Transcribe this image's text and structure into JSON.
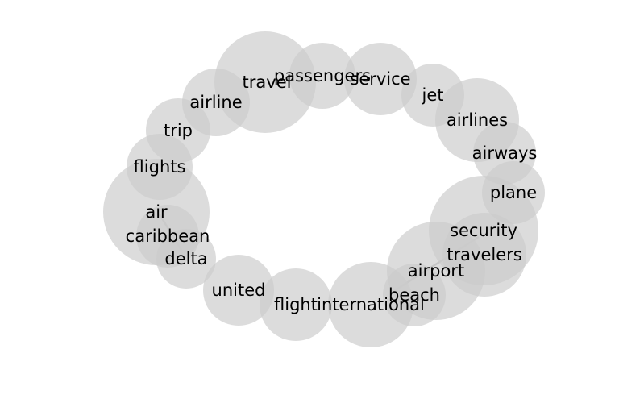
{
  "diagram": {
    "type": "word-bubble-network",
    "colors": {
      "bubble": "#cccccc",
      "label": "#000000",
      "link": "#808080"
    },
    "nodes": [
      {
        "id": "travel",
        "label": "travel"
      },
      {
        "id": "passengers",
        "label": "passengers"
      },
      {
        "id": "service",
        "label": "service"
      },
      {
        "id": "jet",
        "label": "jet"
      },
      {
        "id": "airlines",
        "label": "airlines"
      },
      {
        "id": "airways",
        "label": "airways"
      },
      {
        "id": "plane",
        "label": "plane"
      },
      {
        "id": "security",
        "label": "security"
      },
      {
        "id": "travelers",
        "label": "travelers"
      },
      {
        "id": "airport",
        "label": "airport"
      },
      {
        "id": "beach",
        "label": "beach"
      },
      {
        "id": "international",
        "label": "international"
      },
      {
        "id": "flight",
        "label": "flight"
      },
      {
        "id": "united",
        "label": "united"
      },
      {
        "id": "delta",
        "label": "delta"
      },
      {
        "id": "caribbean",
        "label": "caribbean"
      },
      {
        "id": "air",
        "label": "air"
      },
      {
        "id": "flights",
        "label": "flights"
      },
      {
        "id": "trip",
        "label": "trip"
      },
      {
        "id": "airline",
        "label": "airline"
      }
    ],
    "links": [
      {
        "source": "air",
        "target": "delta"
      },
      {
        "source": "security",
        "target": "beach"
      }
    ]
  }
}
